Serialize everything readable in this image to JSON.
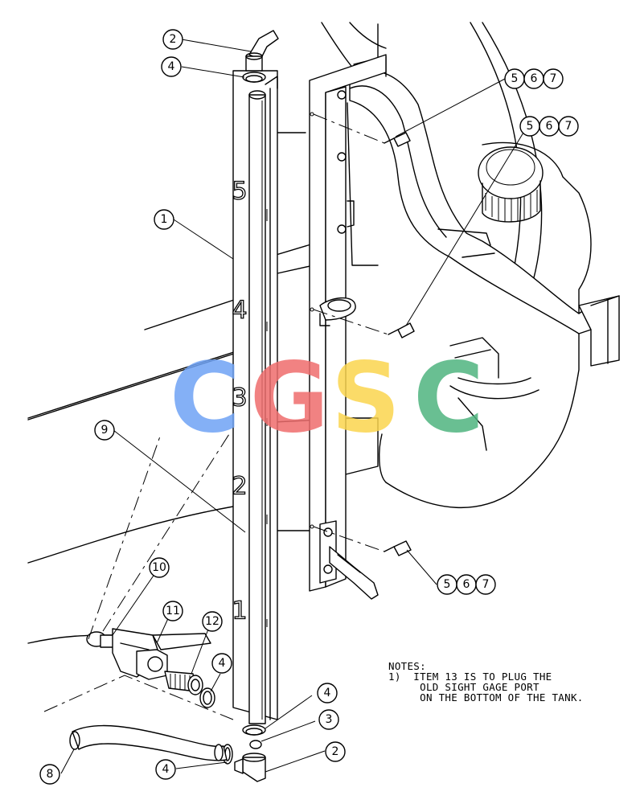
{
  "watermark": {
    "letters": [
      "C",
      "G",
      "S",
      "C"
    ],
    "colors": [
      "#6fa3f5",
      "#ef6d6d",
      "#fbd54e",
      "#4fb47f"
    ]
  },
  "scale_marks": [
    "5",
    "4",
    "3",
    "2",
    "1"
  ],
  "callouts": {
    "c2_top": "2",
    "c4_top": "4",
    "c1": "1",
    "c9": "9",
    "c10": "10",
    "c11": "11",
    "c12": "12",
    "c4_mid": "4",
    "c4_low": "4",
    "c3": "3",
    "c2_bot": "2",
    "c4_bot": "4",
    "c8": "8",
    "c5_a": "5",
    "c6_a": "6",
    "c7_a": "7",
    "c5_b": "5",
    "c6_b": "6",
    "c7_b": "7",
    "c5_c": "5",
    "c6_c": "6",
    "c7_c": "7"
  },
  "notes": {
    "heading": "NOTES:",
    "line1": "1)  ITEM 13 IS TO PLUG THE",
    "line2": "     OLD SIGHT GAGE PORT",
    "line3": "     ON THE BOTTOM OF THE TANK."
  }
}
